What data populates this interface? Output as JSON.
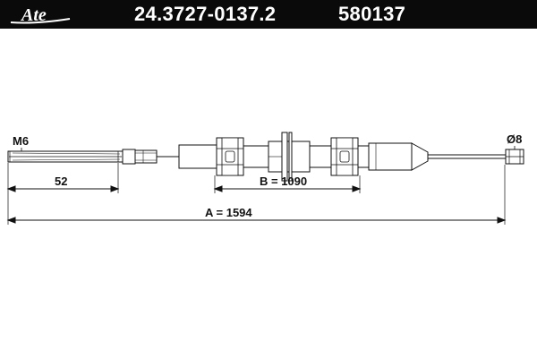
{
  "header": {
    "brand": "Ate",
    "part_number": "24.3727-0137.2",
    "ref_number": "580137"
  },
  "labels": {
    "thread_left": "M6",
    "diameter_right": "Ø8",
    "dim_end_length": "52",
    "dim_b": "B = 1090",
    "dim_a": "A = 1594"
  },
  "colors": {
    "header_bg": "#0a0a0a",
    "header_text": "#ffffff",
    "line": "#111111",
    "background": "#ffffff"
  }
}
